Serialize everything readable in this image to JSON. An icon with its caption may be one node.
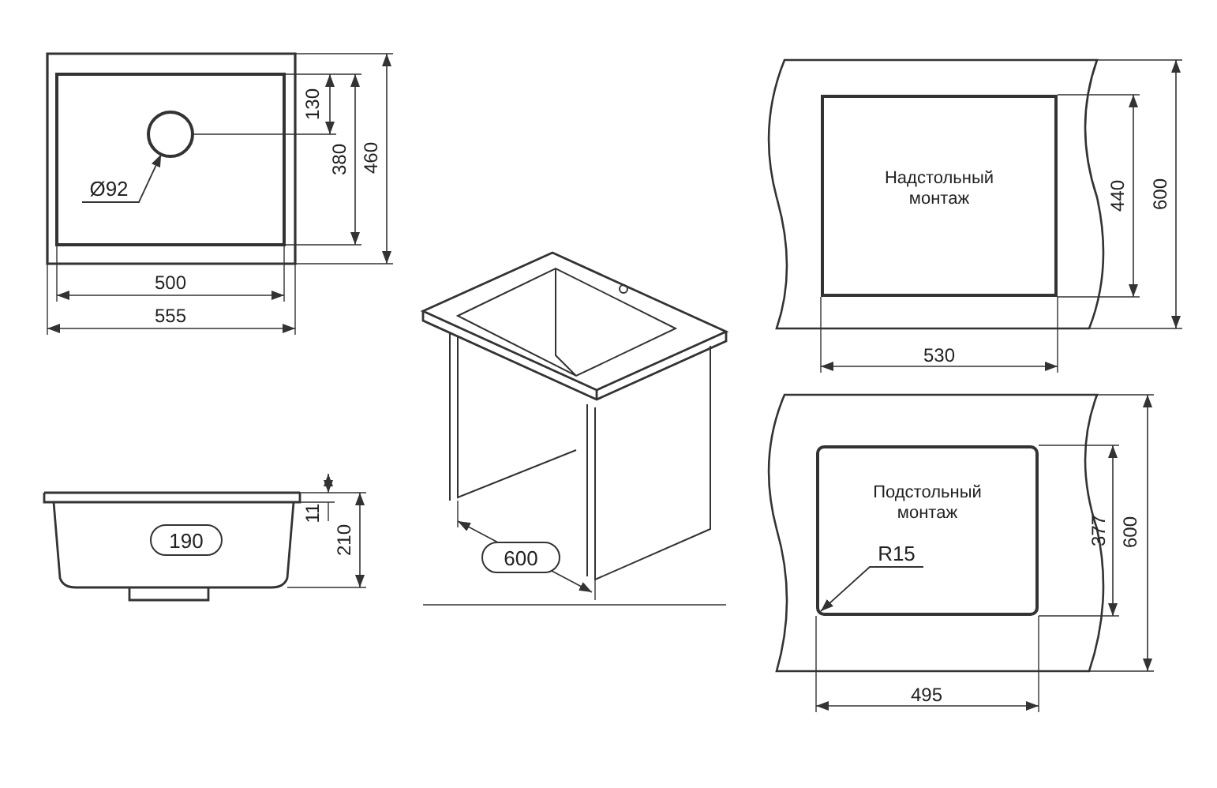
{
  "diagram": {
    "nodes": [
      {
        "text": [],
        "shape": "circle"
      },
      {
        "text": [
          "Ø92"
        ]
      },
      {
        "text": [
          "190"
        ]
      },
      {
        "text": [
          "600"
        ]
      },
      {
        "text": [
          "Надстольный монтаж"
        ]
      },
      {
        "text": [
          "Подстольный монтаж"
        ]
      },
      {
        "text": [
          "R15"
        ],
        "in": 5
      }
    ],
    "edges": [
      {
        "from": 1,
        "to": 0,
        "arrow": "to"
      },
      {
        "from": 6,
        "to": null,
        "arrow": "to"
      }
    ],
    "labels": [
      "130",
      "380",
      "460",
      "500",
      "555",
      "11",
      "210",
      "440",
      "600",
      "530",
      "377",
      "600",
      "495"
    ]
  }
}
